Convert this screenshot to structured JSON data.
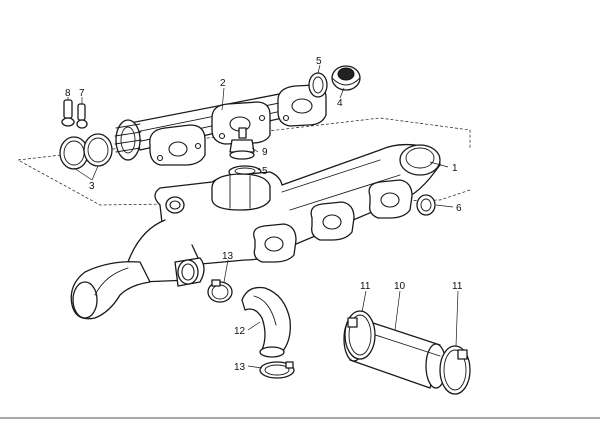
{
  "callouts": {
    "c1": "1",
    "c2": "2",
    "c3": "3",
    "c4": "4",
    "c5a": "5",
    "c5b": "5",
    "c6": "6",
    "c7": "7",
    "c8": "8",
    "c9": "9",
    "c10": "10",
    "c11a": "11",
    "c11b": "11",
    "c12": "12",
    "c13a": "13",
    "c13b": "13"
  },
  "colors": {
    "line": "#1a1a1a",
    "background": "#ffffff"
  }
}
